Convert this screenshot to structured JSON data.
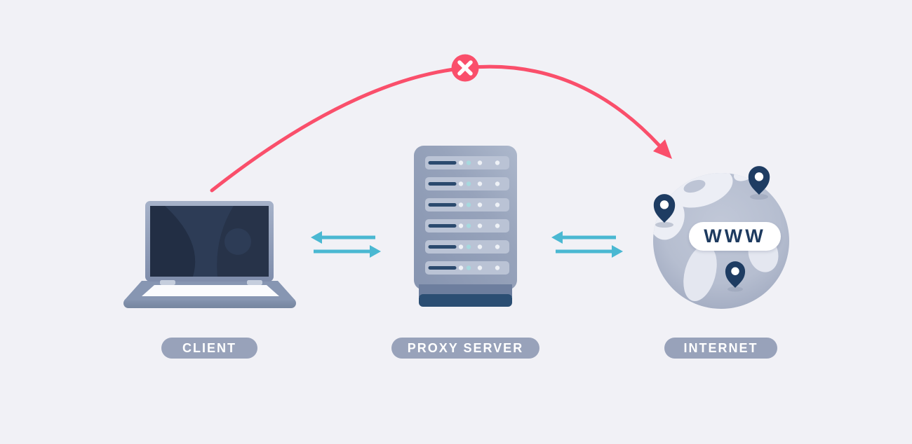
{
  "title": "Proxy server connection diagram",
  "background_color": "#f1f1f6",
  "palette": {
    "blocked_red": "#fa4f6b",
    "traffic_teal": "#4ab8d2",
    "label_pill_gray_blue": "#98a2ba",
    "navy": "#1e3c62",
    "label_text": "#ffffff",
    "server_body": "#95a1ba",
    "globe_gray": "#b6bed0"
  },
  "nodes": [
    {
      "id": "client",
      "label": "CLIENT",
      "icon": "laptop-icon"
    },
    {
      "id": "proxy-server",
      "label": "PROXY SERVER",
      "icon": "server-icon"
    },
    {
      "id": "internet",
      "label": "INTERNET",
      "icon": "globe-icon"
    }
  ],
  "globe": {
    "badge": "WWW",
    "pin_count": 3
  },
  "connections": [
    {
      "from": "client",
      "to": "proxy-server",
      "type": "bidirectional-arrows",
      "color": "#4ab8d2"
    },
    {
      "from": "proxy-server",
      "to": "internet",
      "type": "bidirectional-arrows",
      "color": "#4ab8d2"
    },
    {
      "from": "client",
      "to": "internet",
      "type": "blocked-direct-route",
      "color": "#fa4f6b",
      "marker": "x-badge"
    }
  ]
}
